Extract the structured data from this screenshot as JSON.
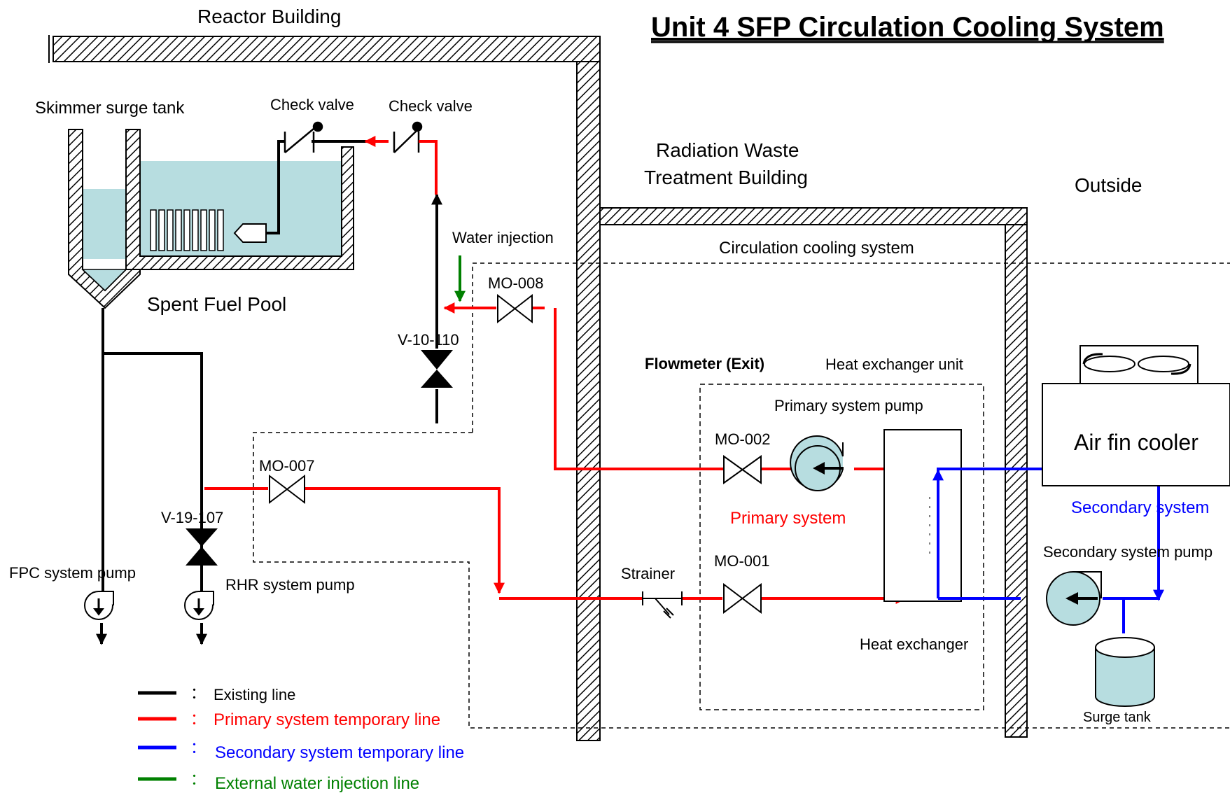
{
  "title": "Unit 4 SFP Circulation Cooling System",
  "buildings": {
    "reactor": "Reactor Building",
    "radwaste": [
      "Radiation Waste",
      "Treatment Building"
    ],
    "outside": "Outside"
  },
  "areas": {
    "circulation_cooling": "Circulation cooling system",
    "heat_exchanger_unit": "Heat exchanger unit"
  },
  "components": {
    "skimmer_surge_tank": "Skimmer surge tank",
    "spent_fuel_pool": "Spent Fuel Pool",
    "check_valve_1": "Check valve",
    "check_valve_2": "Check valve",
    "water_injection": "Water injection",
    "mo_008": "MO-008",
    "v_10_110": "V-10-110",
    "mo_007": "MO-007",
    "v_19_107": "V-19-107",
    "fpc_pump": "FPC system pump",
    "rhr_pump": "RHR system pump",
    "flowmeter": "Flowmeter (Exit)",
    "primary_pump": "Primary system pump",
    "mo_002": "MO-002",
    "mo_001": "MO-001",
    "primary_system": "Primary system",
    "strainer": "Strainer",
    "heat_exchanger": "Heat exchanger",
    "air_fin_cooler": "Air fin cooler",
    "secondary_system": "Secondary system",
    "secondary_pump": "Secondary system pump",
    "surge_tank": "Surge tank"
  },
  "legend": [
    {
      "label": "Existing line",
      "color": "#000000"
    },
    {
      "label": "Primary system temporary line",
      "color": "#ff0000"
    },
    {
      "label": "Secondary system temporary line",
      "color": "#0000ff"
    },
    {
      "label": "External water injection line",
      "color": "#008000"
    }
  ],
  "legend_separator": "：",
  "colors": {
    "existing": "#000000",
    "primary": "#ff0000",
    "secondary": "#0000ff",
    "injection": "#008000",
    "water": "#b7dde0",
    "equipment": "#b7dde0"
  }
}
